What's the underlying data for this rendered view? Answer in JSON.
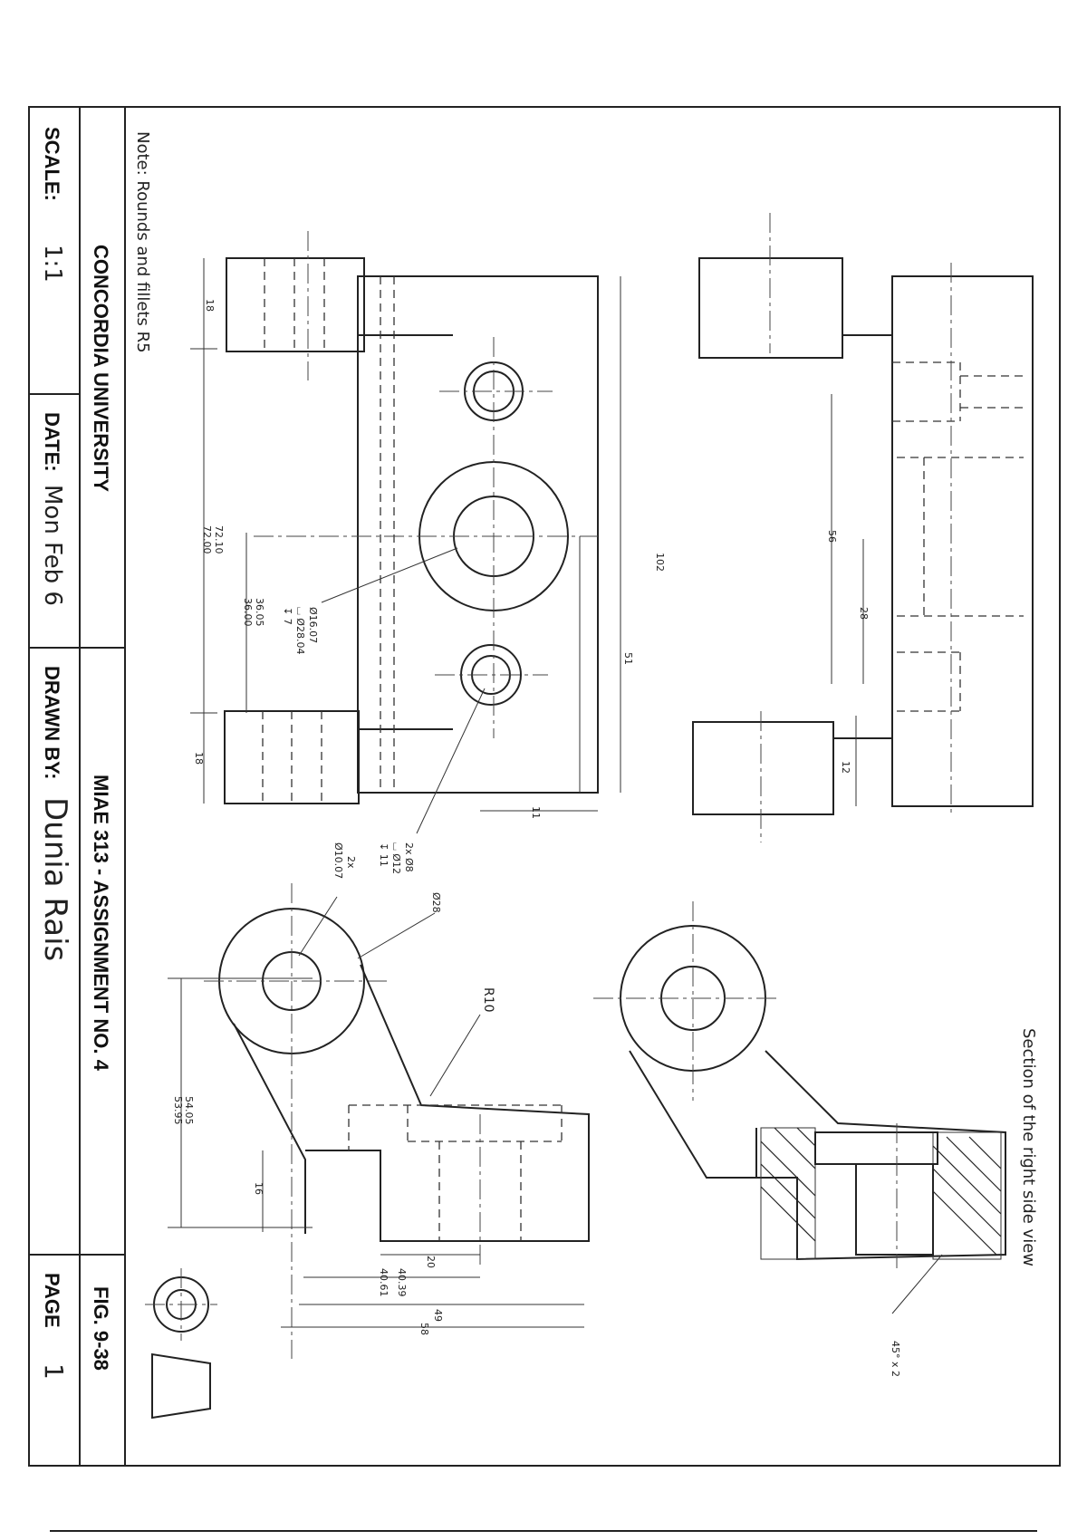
{
  "title_block": {
    "university": "CONCORDIA UNIVERSITY",
    "assignment": "MIAE 313 - ASSIGNMENT NO. 4",
    "scale_label": "SCALE:",
    "scale_value": "1:1",
    "date_label": "DATE:",
    "date_value": "Mon Feb 6",
    "drawn_by_label": "DRAWN BY:",
    "drawn_by_value": "Dunia Rais",
    "fig_label": "FIG. 9-38",
    "page_label": "PAGE",
    "page_value": "1"
  },
  "notes": {
    "general": "Note: Rounds and fillets R5",
    "section_title": "Section of the right side view",
    "chamfer": "45° x 2"
  },
  "dimensions": {
    "top_left_18": "18",
    "bottom_left_18": "18",
    "d_72_10": "72.10",
    "d_72_00": "72.00",
    "d_36_05": "36.05",
    "d_36_00": "36.00",
    "d_102": "102",
    "d_51": "51",
    "d_11": "11",
    "d_56": "56",
    "d_28": "28",
    "d_12": "12",
    "d_16": "16",
    "d_20": "20",
    "d_40_61": "40.61",
    "d_40_39": "40.39",
    "d_49": "49",
    "d_58": "58",
    "d_54_05": "54.05",
    "d_53_95": "53.95",
    "r10": "R10",
    "dia28": "Ø28",
    "callout_holes": "2x Ø8",
    "callout_cbore": "⌴ Ø12",
    "callout_depth": "↧ 11",
    "callout_big_a": "Ø16.07",
    "callout_big_b": "⌴ Ø28.04",
    "callout_big_c": "↧ 7",
    "callout_twox": "2x",
    "callout_twox_dia": "Ø10.07"
  },
  "colors": {
    "ink": "#222222",
    "paper": "#ffffff"
  }
}
